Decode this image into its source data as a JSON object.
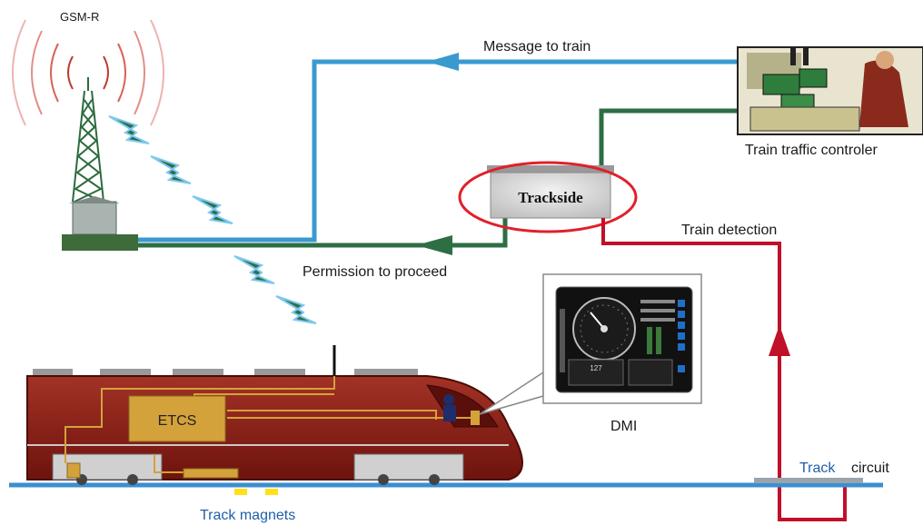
{
  "labels": {
    "gsm_r": "GSM-R",
    "message_to_train": "Message to train",
    "train_traffic_controller": "Train traffic controler",
    "trackside": "Trackside",
    "train_detection": "Train detection",
    "permission_to_proceed": "Permission to proceed",
    "etcs": "ETCS",
    "dmi": "DMI",
    "track_word": "Track",
    "circuit_word": "circuit",
    "track_magnets": "Track magnets",
    "dmi_speed": "127"
  },
  "colors": {
    "message_line": "#3a9ad0",
    "permission_line": "#2e6e45",
    "detection_line": "#c0102a",
    "train_body": "#8a1c14",
    "etcs_box": "#d4a23a",
    "trackside_ellipse": "#e0202a",
    "rail": "#3a8fd0",
    "track_label": "#1f5fa8"
  }
}
